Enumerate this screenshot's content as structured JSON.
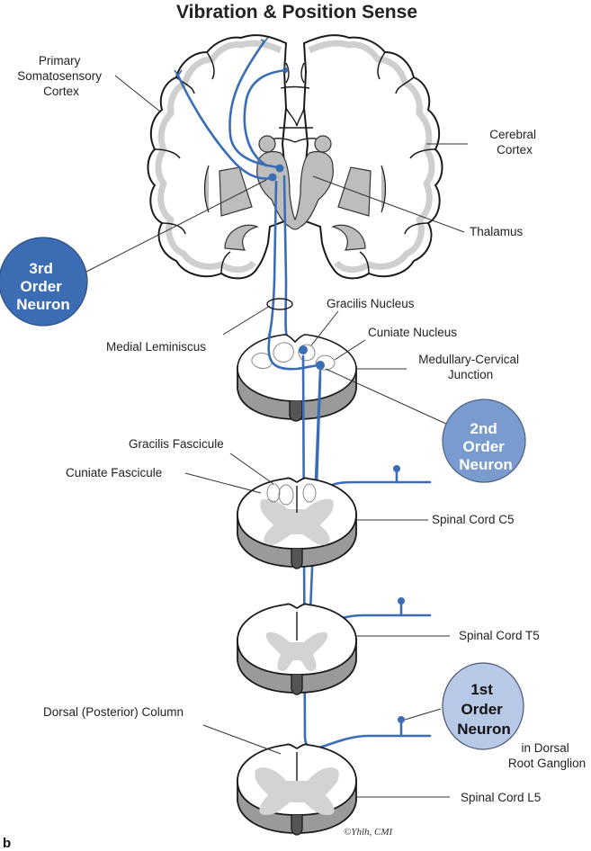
{
  "title": "Vibration & Position Sense",
  "panel_label": "b",
  "signature": "©Yhlh, CMI",
  "colors": {
    "pathway": "#3a6db5",
    "neuron_3rd": "#3c6db3",
    "neuron_2nd": "#7a9bd0",
    "neuron_1st": "#b7c9e6",
    "cortex_gray": "#cfcfcf",
    "deep_nuclei": "#bdbdbd"
  },
  "labels": {
    "primary_somatosensory_cortex": [
      "Primary",
      "Somatosensory",
      "Cortex"
    ],
    "cerebral_cortex": [
      "Cerebral",
      "Cortex"
    ],
    "thalamus": "Thalamus",
    "medial_lemniscus": "Medial Leminiscus",
    "gracilis_nucleus": "Gracilis Nucleus",
    "cuniate_nucleus": "Cuniate Nucleus",
    "medullary_cervical_junction": [
      "Medullary-Cervical",
      "Junction"
    ],
    "gracilis_fascicule": "Gracilis Fascicule",
    "cuniate_fascicule": "Cuniate Fascicule",
    "spinal_cord_c5": "Spinal Cord C5",
    "spinal_cord_t5": "Spinal Cord T5",
    "spinal_cord_l5": "Spinal Cord L5",
    "dorsal_column": "Dorsal (Posterior) Column",
    "dorsal_root_ganglion": [
      "in Dorsal",
      "Root Ganglion"
    ]
  },
  "neurons": {
    "third": [
      "3rd",
      "Order",
      "Neuron"
    ],
    "second": [
      "2nd",
      "Order",
      "Neuron"
    ],
    "first": [
      "1st",
      "Order",
      "Neuron"
    ]
  }
}
